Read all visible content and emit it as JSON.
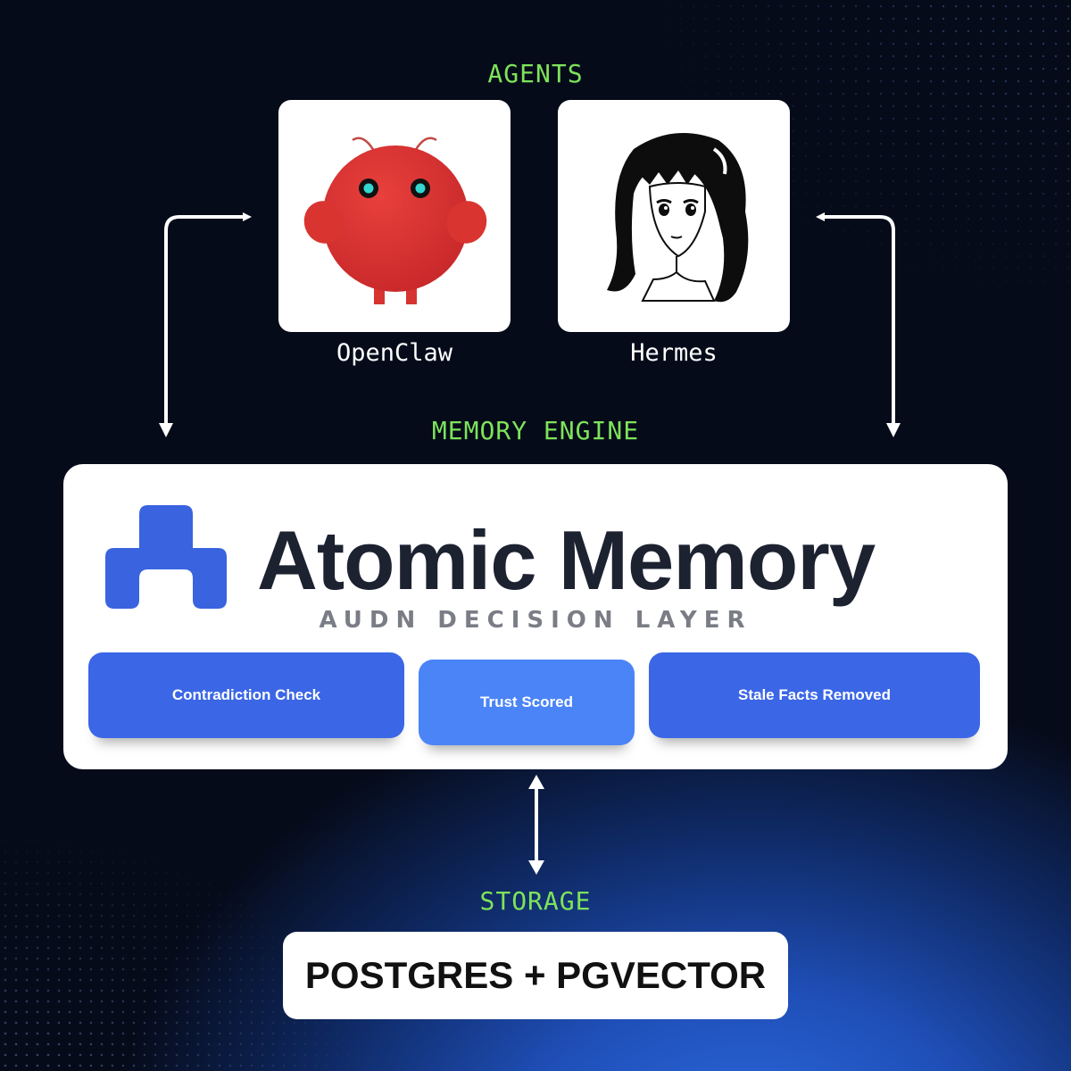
{
  "sections": {
    "agents_label": "AGENTS",
    "engine_label": "MEMORY ENGINE",
    "storage_label": "STORAGE"
  },
  "agents": [
    {
      "name": "OpenClaw",
      "icon": "red-robot-icon"
    },
    {
      "name": "Hermes",
      "icon": "anime-girl-portrait-icon"
    }
  ],
  "engine": {
    "brand_name": "Atomic Memory",
    "logo_icon": "atomic-memory-logo-icon",
    "subtitle": "AUDN DECISION LAYER",
    "features": [
      {
        "label": "Contradiction Check"
      },
      {
        "label": "Trust Scored"
      },
      {
        "label": "Stale Facts Removed"
      }
    ]
  },
  "storage": {
    "label": "POSTGRES + PGVECTOR"
  },
  "colors": {
    "section_label": "#7ee35a",
    "pill_primary": "#3b66e6",
    "pill_center": "#4a84f7",
    "logo_blue": "#3a63e0",
    "brand_text": "#1c2230"
  }
}
